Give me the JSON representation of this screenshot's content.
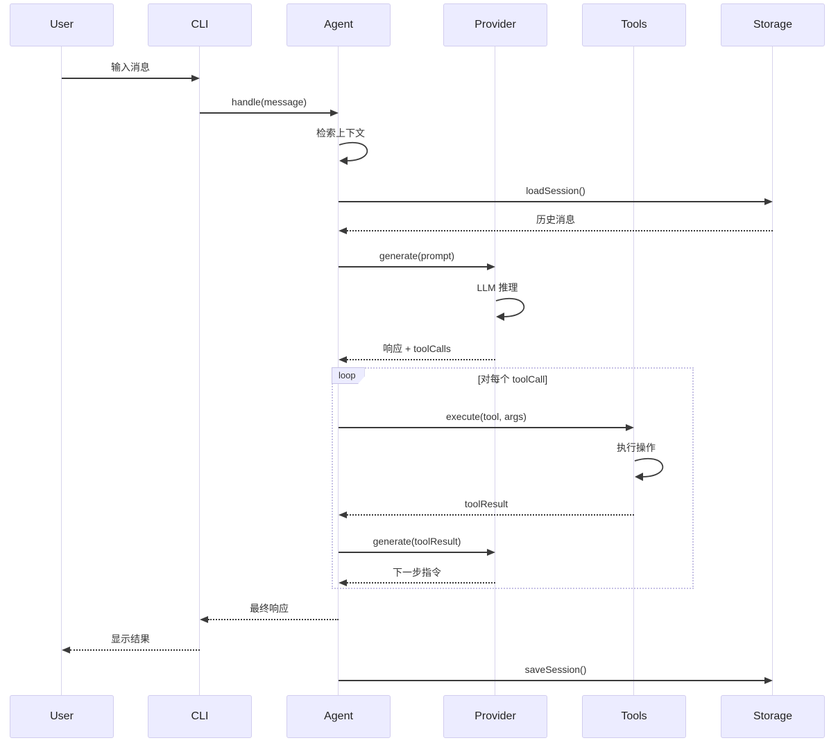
{
  "diagram": {
    "type": "sequence",
    "participants": [
      {
        "id": "user",
        "label": "User"
      },
      {
        "id": "cli",
        "label": "CLI"
      },
      {
        "id": "agent",
        "label": "Agent"
      },
      {
        "id": "provider",
        "label": "Provider"
      },
      {
        "id": "tools",
        "label": "Tools"
      },
      {
        "id": "storage",
        "label": "Storage"
      }
    ],
    "messages": [
      {
        "from": "User",
        "to": "CLI",
        "label": "输入消息",
        "style": "solid"
      },
      {
        "from": "CLI",
        "to": "Agent",
        "label": "handle(message)",
        "style": "solid"
      },
      {
        "from": "Agent",
        "to": "Agent",
        "label": "检索上下文",
        "style": "self"
      },
      {
        "from": "Agent",
        "to": "Storage",
        "label": "loadSession()",
        "style": "solid"
      },
      {
        "from": "Storage",
        "to": "Agent",
        "label": "历史消息",
        "style": "dashed"
      },
      {
        "from": "Agent",
        "to": "Provider",
        "label": "generate(prompt)",
        "style": "solid"
      },
      {
        "from": "Provider",
        "to": "Provider",
        "label": "LLM 推理",
        "style": "self"
      },
      {
        "from": "Provider",
        "to": "Agent",
        "label": "响应 + toolCalls",
        "style": "dashed"
      },
      {
        "from": "Agent",
        "to": "Tools",
        "label": "execute(tool, args)",
        "style": "solid"
      },
      {
        "from": "Tools",
        "to": "Tools",
        "label": "执行操作",
        "style": "self"
      },
      {
        "from": "Tools",
        "to": "Agent",
        "label": "toolResult",
        "style": "dashed"
      },
      {
        "from": "Agent",
        "to": "Provider",
        "label": "generate(toolResult)",
        "style": "solid"
      },
      {
        "from": "Provider",
        "to": "Agent",
        "label": "下一步指令",
        "style": "dashed"
      },
      {
        "from": "Agent",
        "to": "CLI",
        "label": "最终响应",
        "style": "dashed"
      },
      {
        "from": "CLI",
        "to": "User",
        "label": "显示结果",
        "style": "dashed"
      },
      {
        "from": "Agent",
        "to": "Storage",
        "label": "saveSession()",
        "style": "solid"
      }
    ],
    "loop": {
      "label": "loop",
      "condition": "[对每个 toolCall]"
    },
    "colors": {
      "actor_fill": "#ECECFF",
      "actor_border": "#d2cdef",
      "lifeline": "#d8d4ec",
      "arrow": "#3a3a3a",
      "loop_border": "#c6c1e5",
      "text": "#333333"
    }
  }
}
